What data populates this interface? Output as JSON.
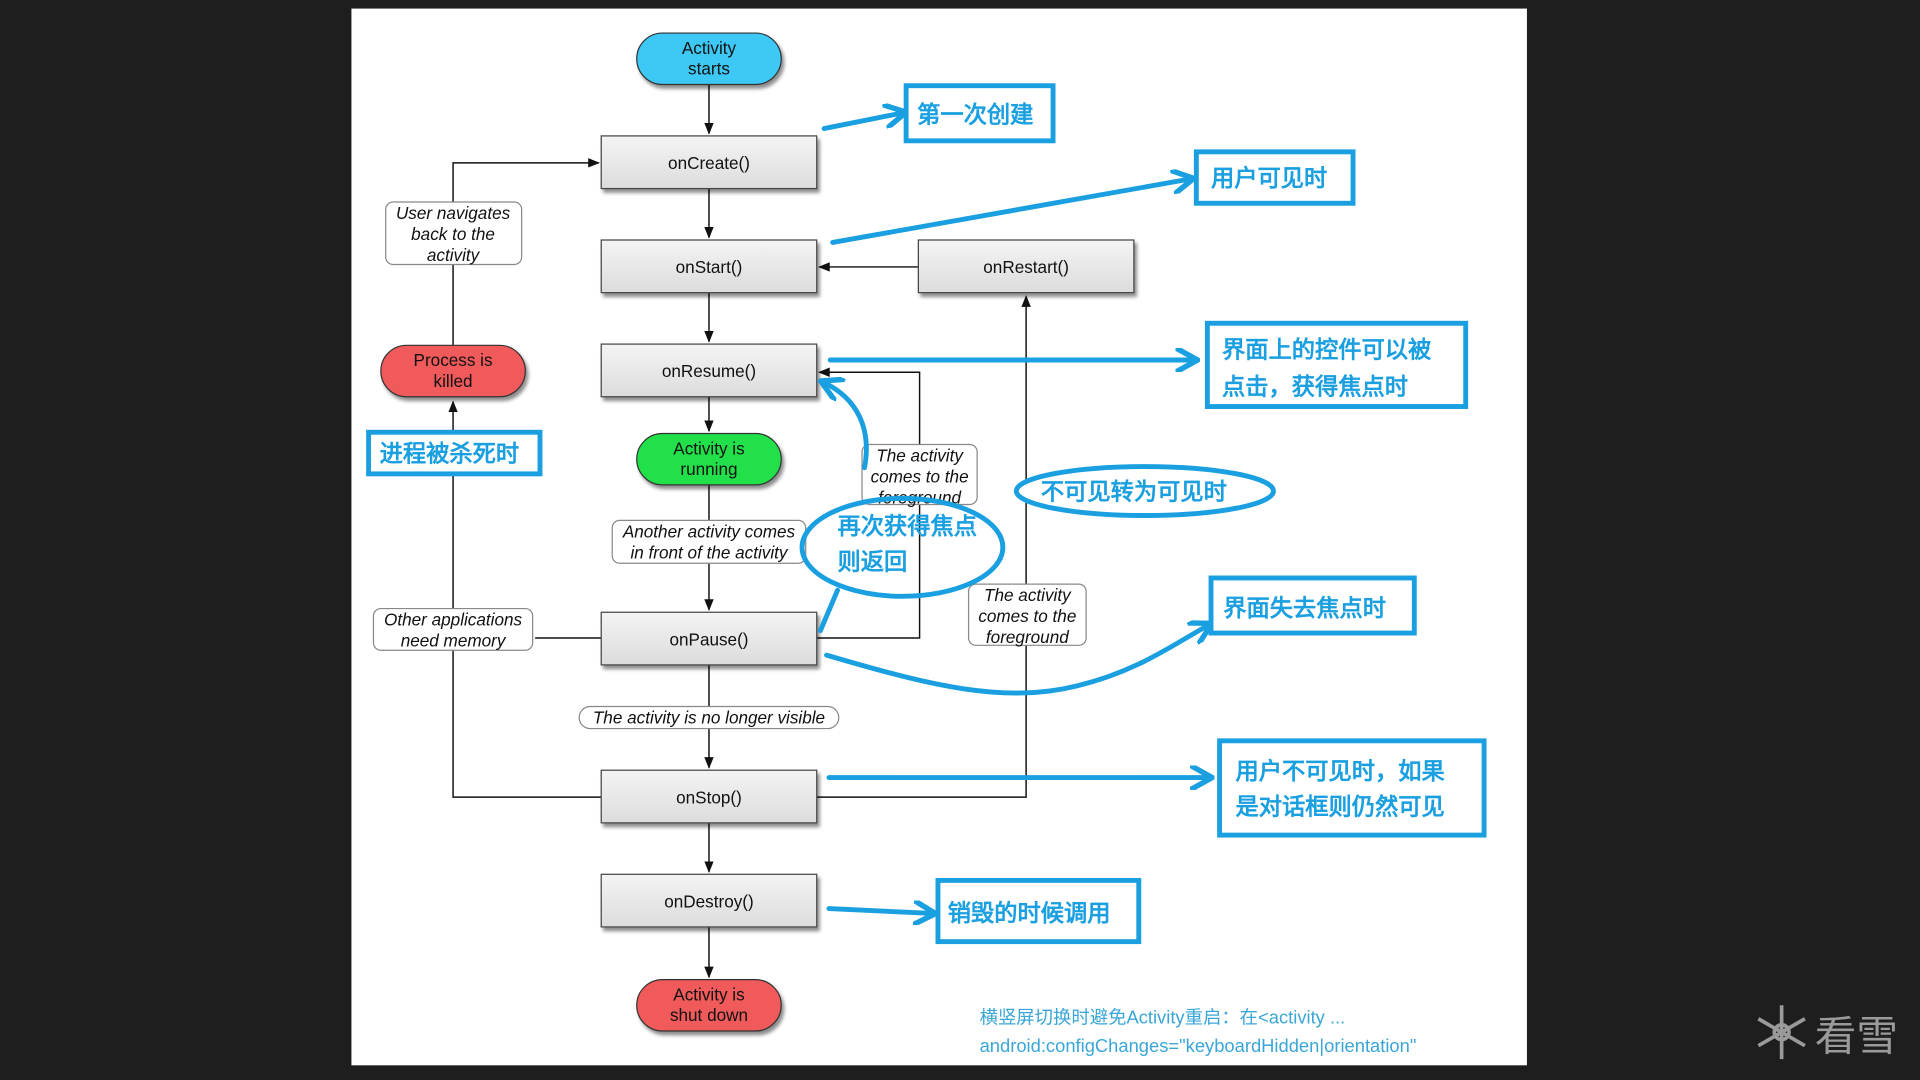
{
  "colors": {
    "annotation": "#1a9fe0",
    "start": "#3cc8f5",
    "running": "#22e04a",
    "killed": "#f05a5a",
    "background": "#1e1e1e"
  },
  "nodes": {
    "start": [
      "Activity",
      "starts"
    ],
    "onCreate": "onCreate()",
    "onStart": "onStart()",
    "onRestart": "onRestart()",
    "onResume": "onResume()",
    "running": [
      "Activity is",
      "running"
    ],
    "onPause": "onPause()",
    "onStop": "onStop()",
    "onDestroy": "onDestroy()",
    "shutdown": [
      "Activity is",
      "shut down"
    ],
    "killed": [
      "Process is",
      "killed"
    ]
  },
  "edge_labels": {
    "user_navigates": [
      "User navigates",
      "back to the",
      "activity"
    ],
    "other_apps": [
      "Other applications",
      "need memory"
    ],
    "another_activity": [
      "Another activity comes",
      "in front of the activity"
    ],
    "foreground1": [
      "The activity",
      "comes to the",
      "foreground"
    ],
    "foreground2": [
      "The activity",
      "comes to the",
      "foreground"
    ],
    "no_longer_visible": "The activity is no longer visible"
  },
  "annotations": {
    "first_create": "第一次创建",
    "user_visible": "用户可见时",
    "controls_clickable": [
      "界面上的控件可以被",
      "点击，获得焦点时"
    ],
    "process_killed": "进程被杀死时",
    "invisible_to_visible": "不可见转为可见时",
    "regain_focus": [
      "再次获得焦点",
      "则返回"
    ],
    "lose_focus": "界面失去焦点时",
    "user_invisible": [
      "用户不可见时，如果",
      "是对话框则仍然可见"
    ],
    "destroy": "销毁的时候调用"
  },
  "note": [
    "横竖屏切换时避免Activity重启：在<activity ...",
    "android:configChanges=\"keyboardHidden|orientation\""
  ],
  "watermark": {
    "icon": "snowflake-icon",
    "text": "看雪"
  }
}
